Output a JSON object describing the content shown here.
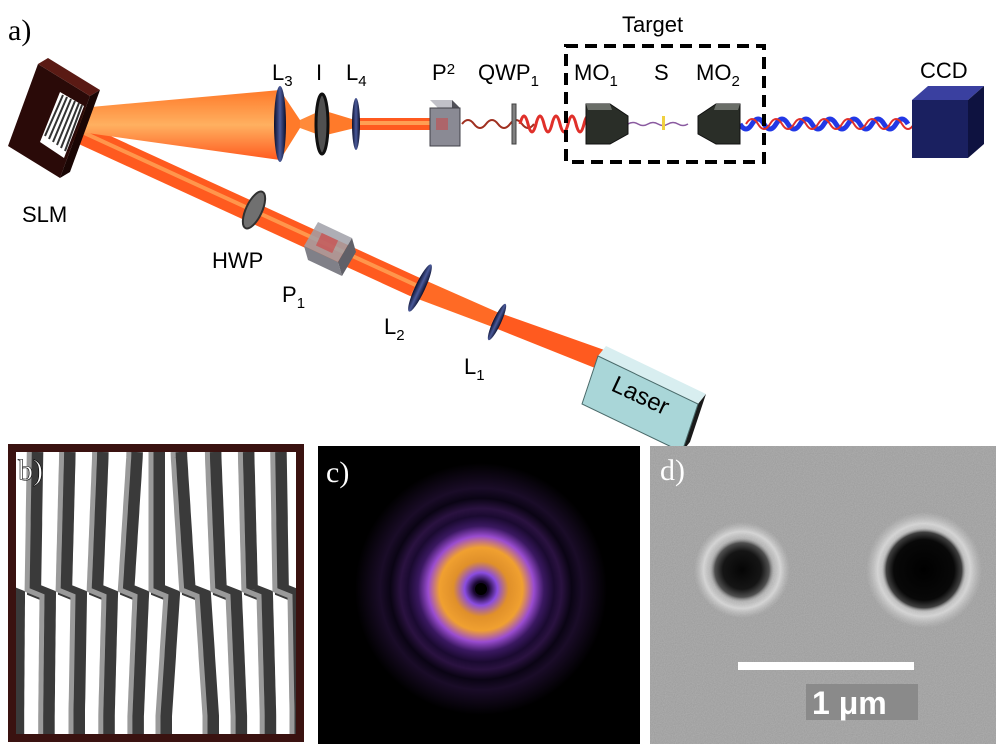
{
  "panels": {
    "a": "a)",
    "b": "b)",
    "c": "c)",
    "d": "d)"
  },
  "labels": {
    "slm": "SLM",
    "hwp": "HWP",
    "p1": "P",
    "p1_sub": "1",
    "l1": "L",
    "l1_sub": "1",
    "l2": "L",
    "l2_sub": "2",
    "l3": "L",
    "l3_sub": "3",
    "iris": "I",
    "l4": "L",
    "l4_sub": "4",
    "p2": "P",
    "p2_sub": "2",
    "qwp": "QWP",
    "qwp_sub": "1",
    "mo1": "MO",
    "mo1_sub": "1",
    "sample": "S",
    "mo2": "MO",
    "mo2_sub": "2",
    "target": "Target",
    "ccd": "CCD",
    "laser": "Laser"
  },
  "scale_bar": "1 μm",
  "colors": {
    "beam": "#ff5a1f",
    "beam_dark": "#e8401a",
    "wave_red": "#e0302a",
    "wave_blue": "#2238e6",
    "laser_box": "#a9d6d8",
    "ccd_box": "#1a2060",
    "slm_frame": "#3a1210",
    "sem_bg": "#9a9a9a"
  }
}
